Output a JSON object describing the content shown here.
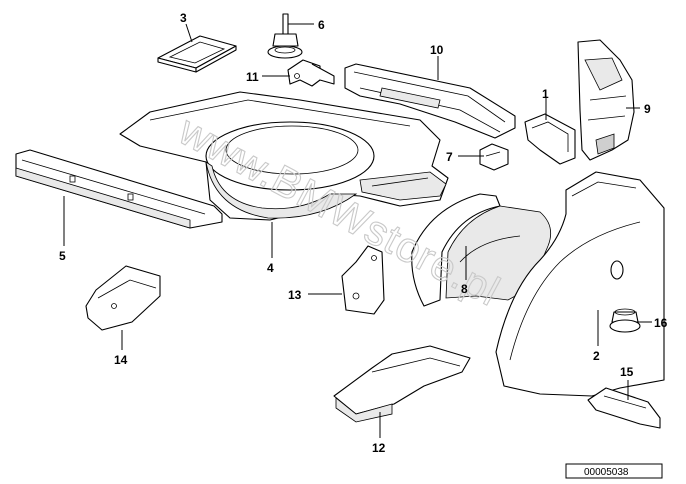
{
  "watermark": "www.BMWstore.pl",
  "reference_number": "00005038",
  "callouts": {
    "p1": "1",
    "p2": "2",
    "p3": "3",
    "p4": "4",
    "p5": "5",
    "p6": "6",
    "p7": "7",
    "p8": "8",
    "p9": "9",
    "p10": "10",
    "p11": "11",
    "p12": "12",
    "p13": "13",
    "p14": "14",
    "p15": "15",
    "p16": "16"
  }
}
